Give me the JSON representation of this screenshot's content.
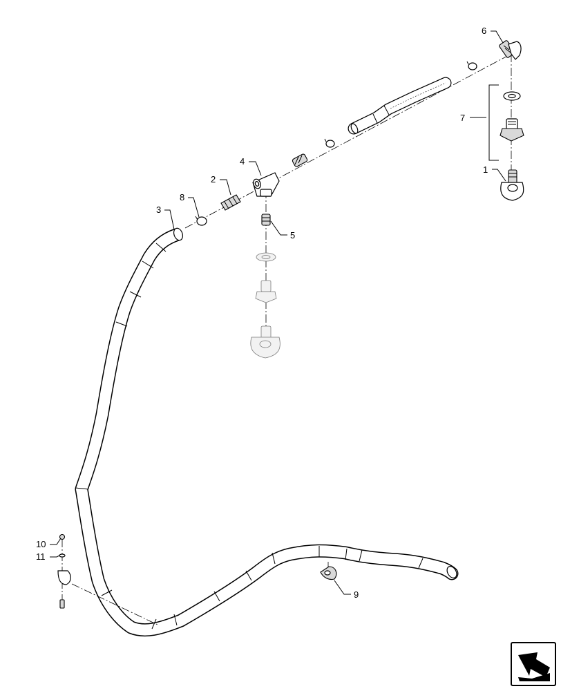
{
  "callouts": [
    {
      "id": "callout-1",
      "label": "1"
    },
    {
      "id": "callout-2",
      "label": "2"
    },
    {
      "id": "callout-3",
      "label": "3"
    },
    {
      "id": "callout-4",
      "label": "4"
    },
    {
      "id": "callout-5",
      "label": "5"
    },
    {
      "id": "callout-6",
      "label": "6"
    },
    {
      "id": "callout-7",
      "label": "7"
    },
    {
      "id": "callout-8",
      "label": "8"
    },
    {
      "id": "callout-9",
      "label": "9"
    },
    {
      "id": "callout-10",
      "label": "10"
    },
    {
      "id": "callout-11",
      "label": "11"
    }
  ],
  "icons": {
    "nav": "next-page-arrow-icon"
  },
  "colors": {
    "line": "#000000",
    "background": "#ffffff",
    "ghost_stroke": "#7a7a7a"
  }
}
